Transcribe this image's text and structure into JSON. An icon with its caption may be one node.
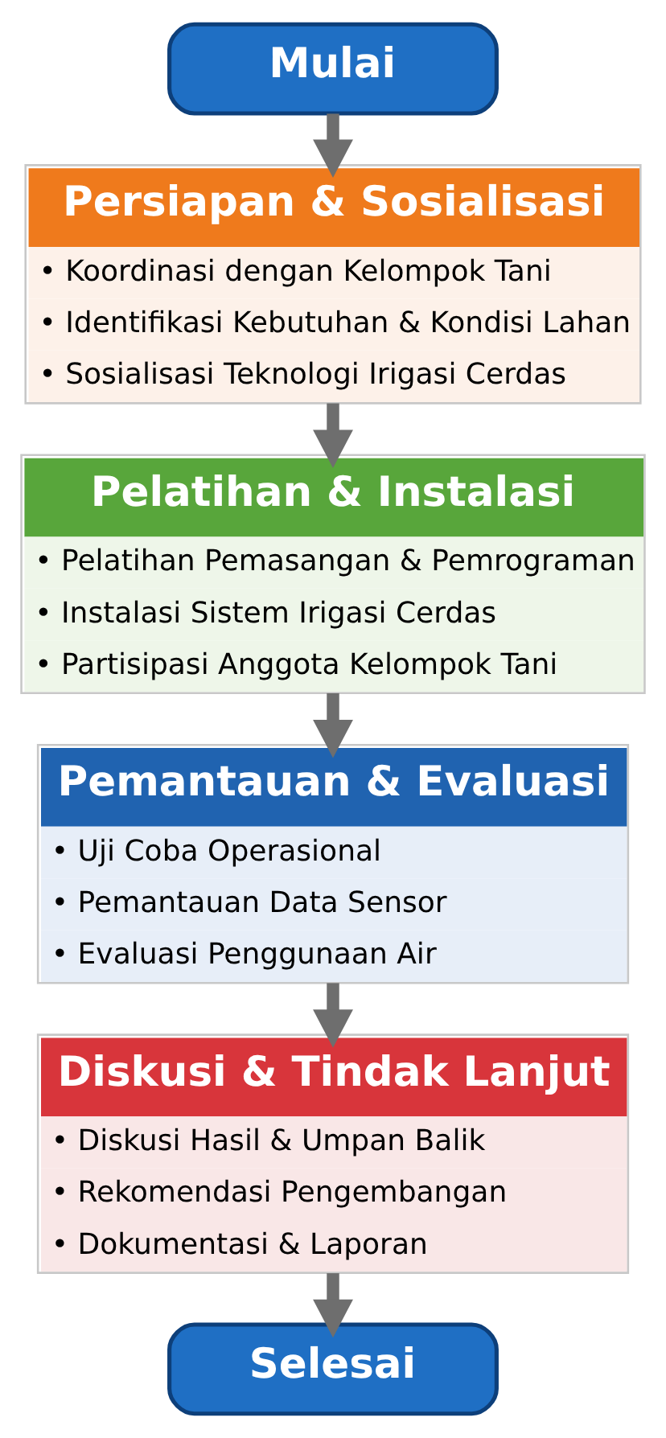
{
  "diagram": {
    "nodes": [
      {
        "text": [
          "Mulai"
        ]
      },
      {
        "text": [
          "Persiapan & Sosialisasi",
          "• Koordinasi dengan Kelompok Tani",
          "• Identifikasi Kebutuhan & Kondisi Lahan",
          "• Sosialisasi Teknologi Irigasi Cerdas"
        ]
      },
      {
        "text": [
          "Pelatihan & Instalasi",
          "• Pelatihan Pemasangan & Pemrograman",
          "• Instalasi Sistem Irigasi Cerdas",
          "• Partisipasi Anggota Kelompok Tani"
        ]
      },
      {
        "text": [
          "Pemantauan & Evaluasi",
          "• Uji Coba Operasional",
          "• Pemantauan Data Sensor",
          "• Evaluasi Penggunaan Air"
        ]
      },
      {
        "text": [
          "Diskusi & Tindak Lanjut",
          "• Diskusi Hasil & Umpan Balik",
          "• Rekomendasi Pengembangan",
          "• Dokumentasi & Laporan"
        ]
      },
      {
        "text": [
          "Selesai"
        ]
      }
    ],
    "edges": [
      {
        "from": 0,
        "to": 1,
        "arrow": "to"
      },
      {
        "from": 1,
        "to": 2,
        "arrow": "to"
      },
      {
        "from": 2,
        "to": 3,
        "arrow": "to"
      },
      {
        "from": 3,
        "to": 4,
        "arrow": "to"
      },
      {
        "from": 4,
        "to": 5,
        "arrow": "to"
      }
    ]
  }
}
